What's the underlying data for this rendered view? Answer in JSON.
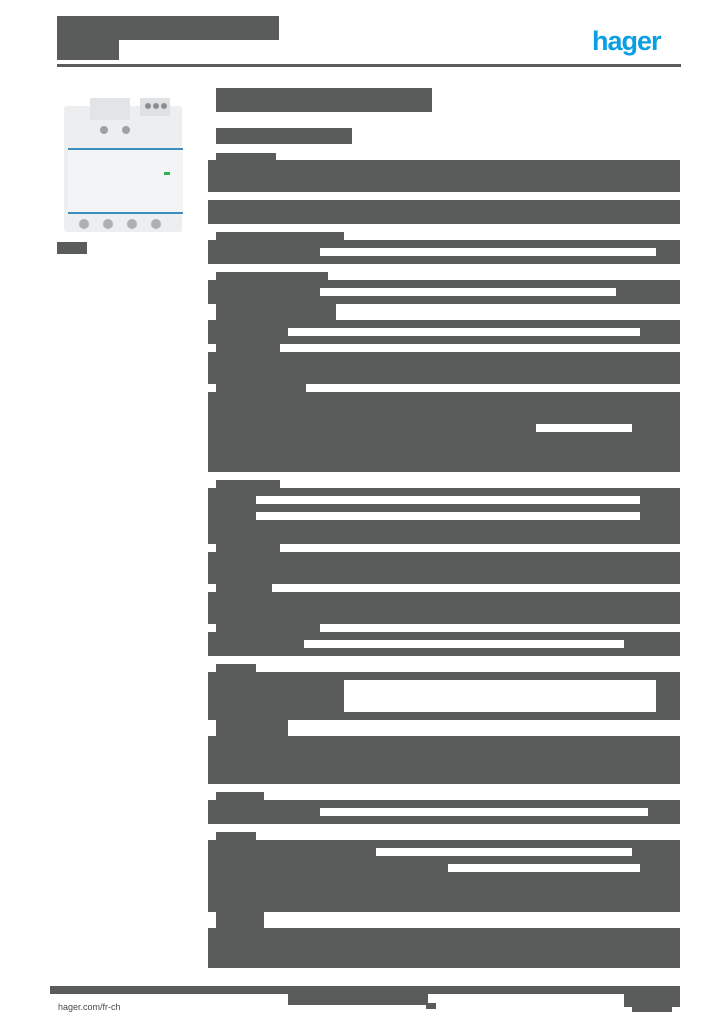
{
  "header": {
    "brand": "hager",
    "brand_color": "#0a9fe3",
    "title": "",
    "subtitle": ""
  },
  "product": {
    "image_alt": "modular transformer device",
    "reference": ""
  },
  "footer": {
    "url": "hager.com/fr-ch"
  },
  "colors": {
    "redaction": "#5a5b5b",
    "background": "#ffffff",
    "accent_stripe": "#3a8fc0",
    "led": "#2fb04a"
  }
}
